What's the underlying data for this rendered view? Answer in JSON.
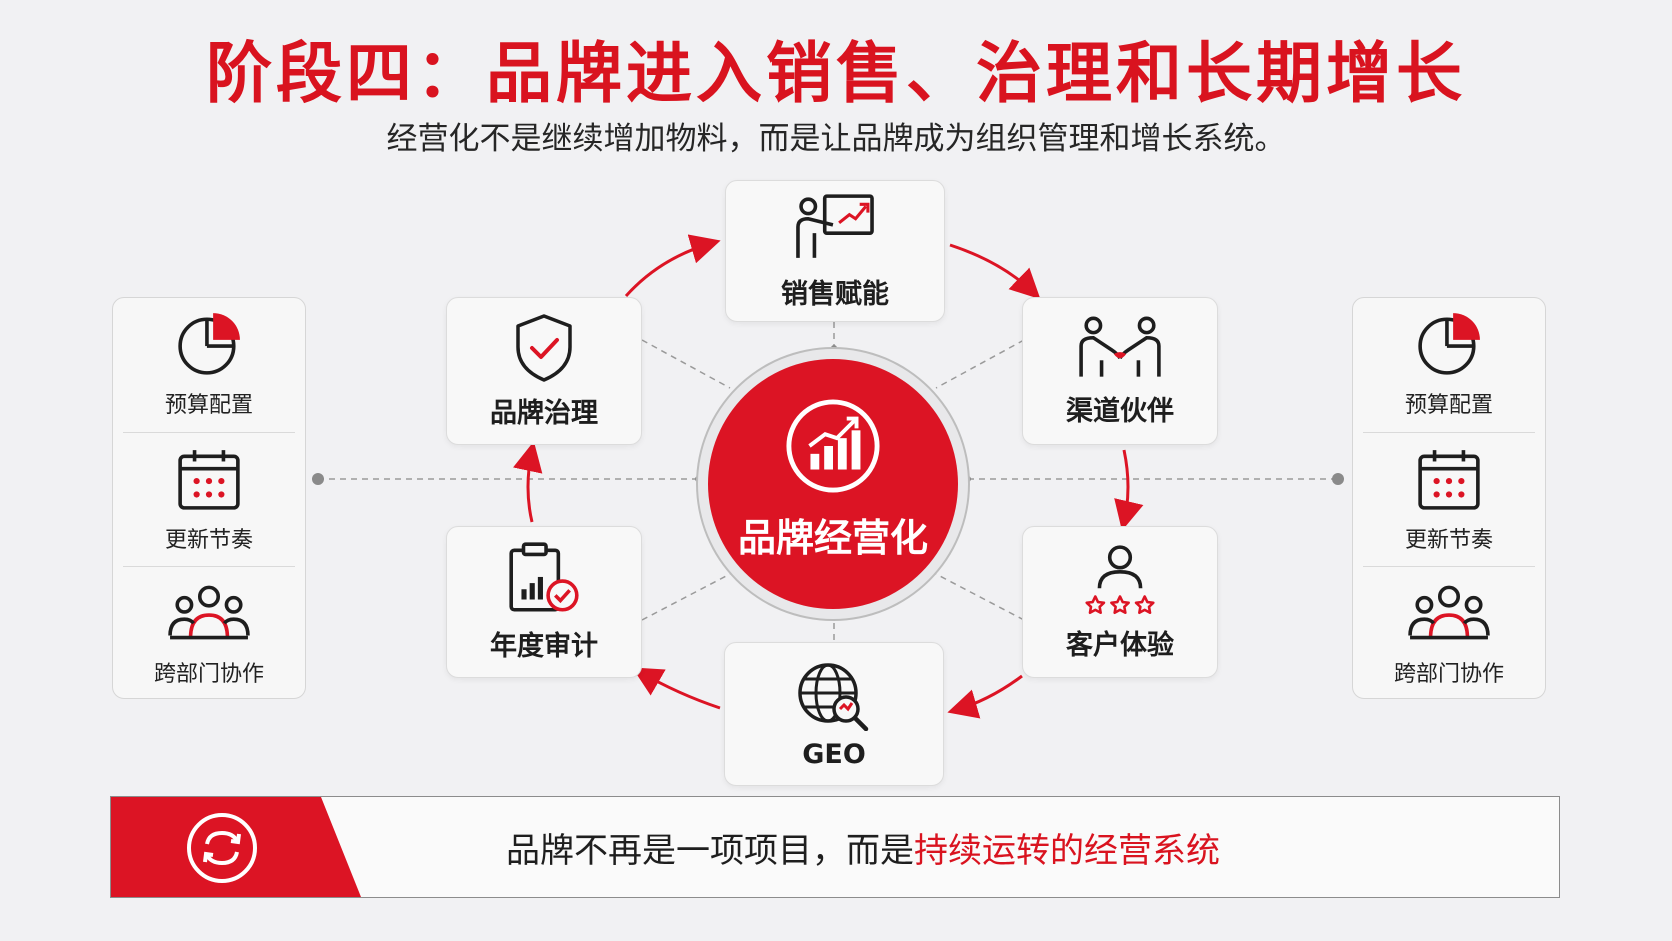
{
  "title": "阶段四：品牌进入销售、治理和长期增长",
  "subtitle": "经营化不是继续增加物料，而是让品牌成为组织管理和增长系统。",
  "hub": {
    "label": "品牌经营化",
    "icon": "growth-chart-icon"
  },
  "nodes": [
    {
      "label": "销售赋能",
      "icon": "presentation-icon"
    },
    {
      "label": "渠道伙伴",
      "icon": "handshake-icon"
    },
    {
      "label": "客户体验",
      "icon": "customer-rating-icon"
    },
    {
      "label": "GEO",
      "icon": "globe-search-icon"
    },
    {
      "label": "年度审计",
      "icon": "audit-clipboard-icon"
    },
    {
      "label": "品牌治理",
      "icon": "shield-check-icon"
    }
  ],
  "left_panel": [
    {
      "label": "预算配置",
      "icon": "pie-chart-icon"
    },
    {
      "label": "更新节奏",
      "icon": "calendar-icon"
    },
    {
      "label": "跨部门协作",
      "icon": "team-icon"
    }
  ],
  "right_panel": [
    {
      "label": "预算配置",
      "icon": "pie-chart-icon"
    },
    {
      "label": "更新节奏",
      "icon": "calendar-icon"
    },
    {
      "label": "跨部门协作",
      "icon": "team-icon"
    }
  ],
  "banner": {
    "icon": "cycle-arrows-icon",
    "text_plain": "品牌不再是一项项目，而是",
    "text_highlight": "持续运转的经营系统"
  },
  "colors": {
    "accent": "#dc1424",
    "text": "#1e1e1e",
    "background": "#f1f1f3"
  }
}
